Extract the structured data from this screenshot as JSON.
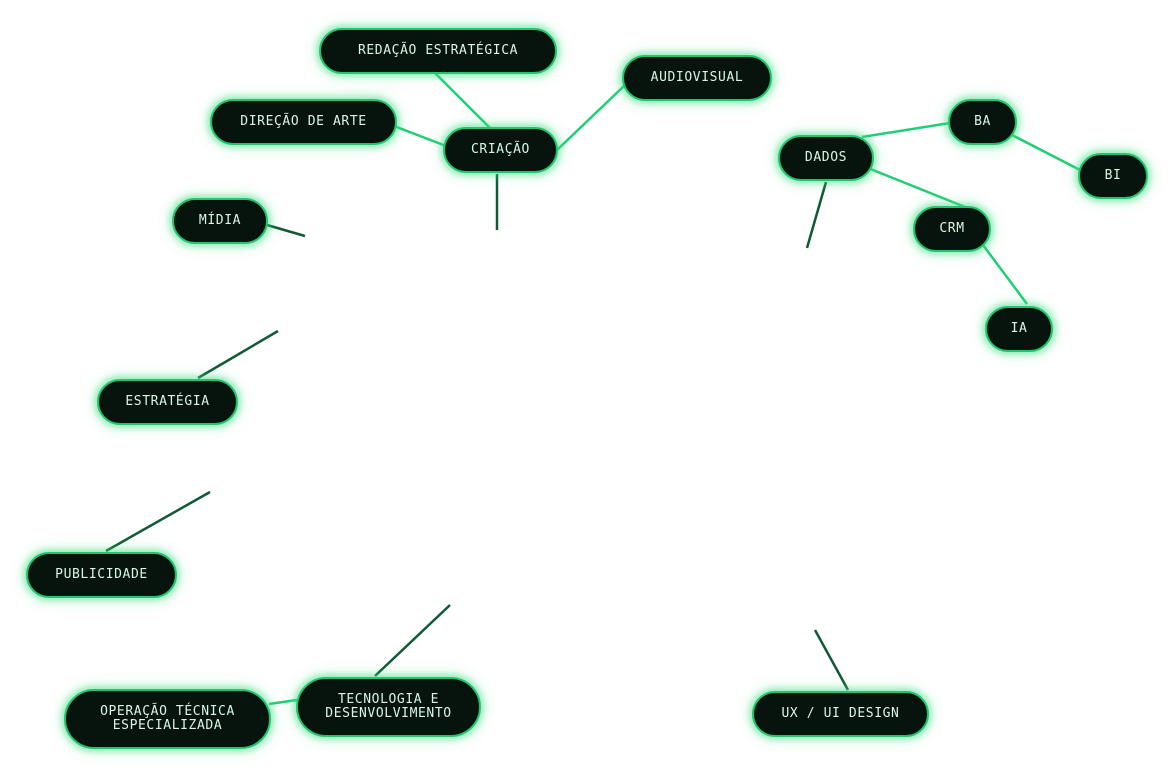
{
  "colors": {
    "node_fill": "#06140d",
    "node_border": "#23c46f",
    "node_text": "#d9f5e6",
    "link_bright": "#1fcf74",
    "link_dark": "#0c3a24"
  },
  "nodes": {
    "redacao": "REDAÇÃO ESTRATÉGICA",
    "audiovisual": "AUDIOVISUAL",
    "direcao": "DIREÇÃO DE ARTE",
    "criacao": "CRIAÇÃO",
    "ba": "BA",
    "dados": "DADOS",
    "bi": "BI",
    "midia": "MÍDIA",
    "crm": "CRM",
    "ia": "IA",
    "estrategia": "ESTRATÉGIA",
    "publicidade": "PUBLICIDADE",
    "tecnologia": "TECNOLOGIA E\nDESENVOLVIMENTO",
    "operacao": "OPERAÇÃO TÉCNICA\nESPECIALIZADA",
    "ux": "UX / UI DESIGN"
  }
}
